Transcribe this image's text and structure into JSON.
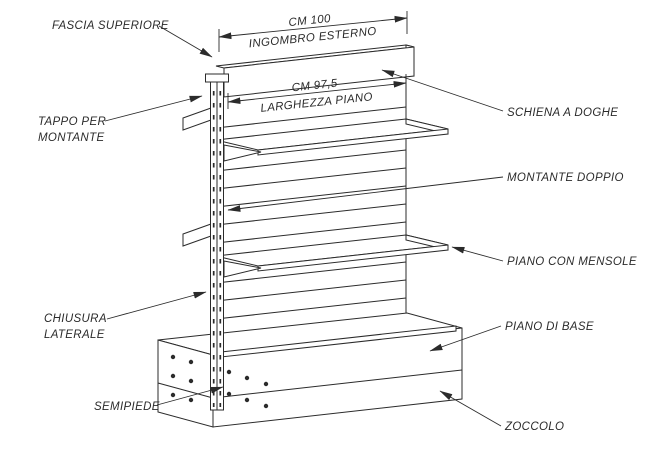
{
  "dimensions": {
    "overall": {
      "value": "CM 100",
      "label": "INGOMBRO ESTERNO"
    },
    "shelf_width": {
      "value": "CM 97,5",
      "label": "LARGHEZZA PIANO"
    }
  },
  "callouts": {
    "fascia_superiore": "FASCIA SUPERIORE",
    "tappo_per_montante_line1": "TAPPO PER",
    "tappo_per_montante_line2": "MONTANTE",
    "schiena_a_doghe": "SCHIENA A DOGHE",
    "montante_doppio": "MONTANTE DOPPIO",
    "piano_con_mensole": "PIANO CON MENSOLE",
    "chiusura_laterale_line1": "CHIUSURA",
    "chiusura_laterale_line2": "LATERALE",
    "piano_di_base": "PIANO DI BASE",
    "semipiede": "SEMIPIEDE",
    "zoccolo": "ZOCCOLO"
  },
  "colors": {
    "line": "#2b2b2b",
    "background": "#ffffff"
  }
}
